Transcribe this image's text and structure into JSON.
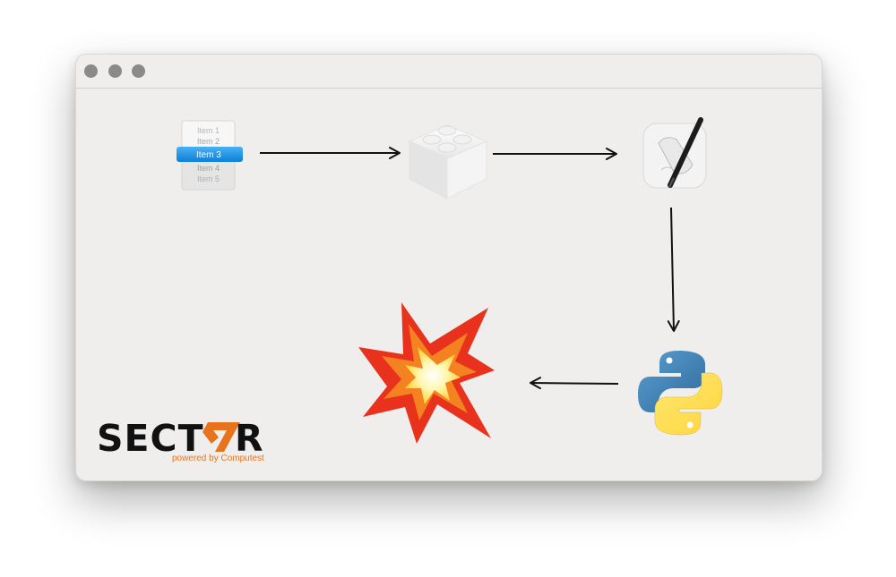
{
  "window": {
    "controls": [
      "close",
      "minimize",
      "zoom"
    ]
  },
  "list_icon": {
    "items": [
      "Item 1",
      "Item 2",
      "Item 3",
      "Item 4",
      "Item 5"
    ],
    "selected_index": 2
  },
  "icons": {
    "list": "list-box-icon",
    "block": "lego-brick-icon",
    "editor": "script-editor-icon",
    "python": "python-logo-icon",
    "explosion": "explosion-icon"
  },
  "logo": {
    "text_left": "SECT",
    "text_right": "R",
    "tagline": "powered by Computest"
  },
  "colors": {
    "selection": "#1a8fe6",
    "logo_dark": "#111111",
    "logo_accent": "#e8731e",
    "python_blue": "#3a75b0",
    "python_yellow": "#f7cf3b"
  }
}
